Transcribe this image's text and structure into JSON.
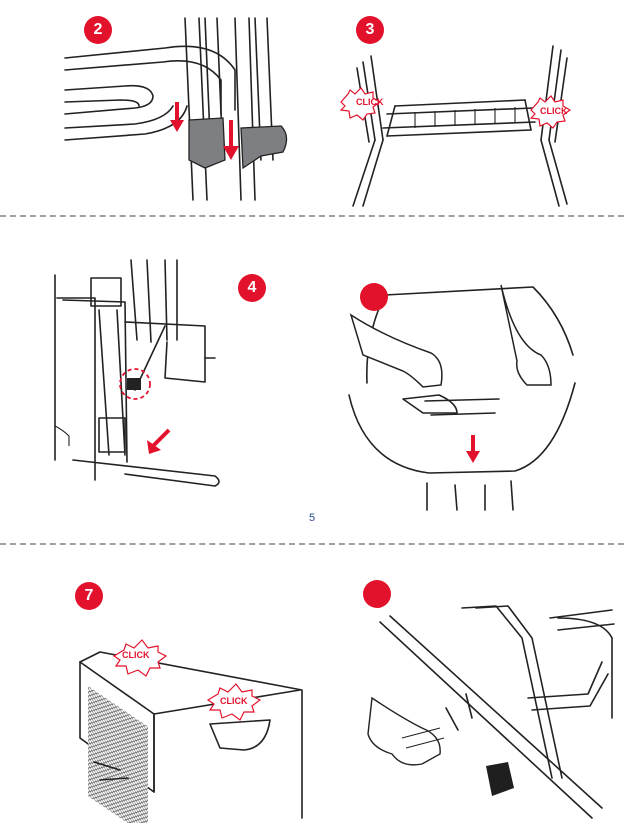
{
  "colors": {
    "accent": "#e3122c",
    "badge": "#e3122c",
    "divider": "#9aa0a6",
    "page_number": "#2d4b8c"
  },
  "steps": [
    {
      "label": "2"
    },
    {
      "label": "3",
      "callouts": [
        "CLICK",
        "CLICK"
      ]
    },
    {
      "label": "4"
    },
    {
      "label": ""
    },
    {
      "label": "7",
      "callouts": [
        "CLICK",
        "CLICK"
      ]
    },
    {
      "label": ""
    }
  ],
  "page_number": "5"
}
